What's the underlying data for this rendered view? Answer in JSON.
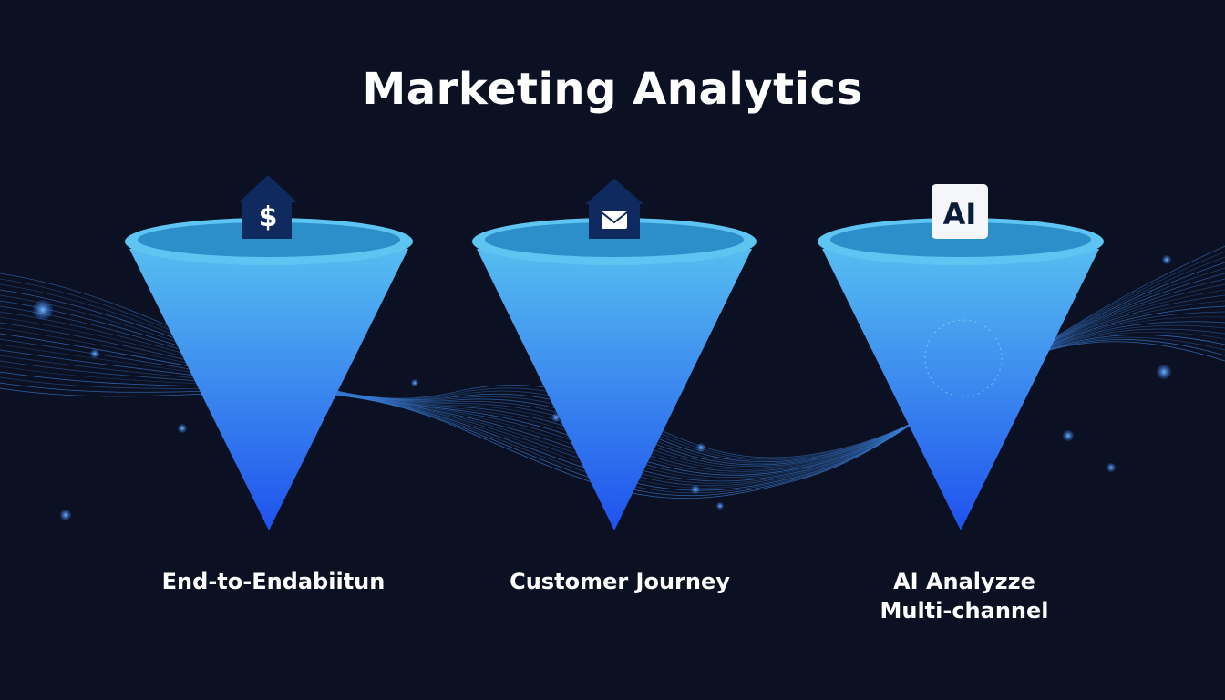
{
  "title": "Marketing Analytics",
  "colors": {
    "background": "#0b1122",
    "cone_top": "#4fb3ea",
    "cone_bottom": "#2058f0",
    "rim": "#5ec4f2",
    "icon_bg": "#0f2a5e",
    "wave": "#3b7fd9"
  },
  "funnels": [
    {
      "icon": "dollar-house-icon",
      "icon_text": "$",
      "label_lines": [
        "End-to-Endabiitun"
      ]
    },
    {
      "icon": "mail-house-icon",
      "icon_text": "",
      "label_lines": [
        "Customer Journey"
      ]
    },
    {
      "icon": "ai-badge-icon",
      "icon_text": "AI",
      "label_lines": [
        "AI Analyzze",
        "Multi-channel"
      ]
    }
  ]
}
